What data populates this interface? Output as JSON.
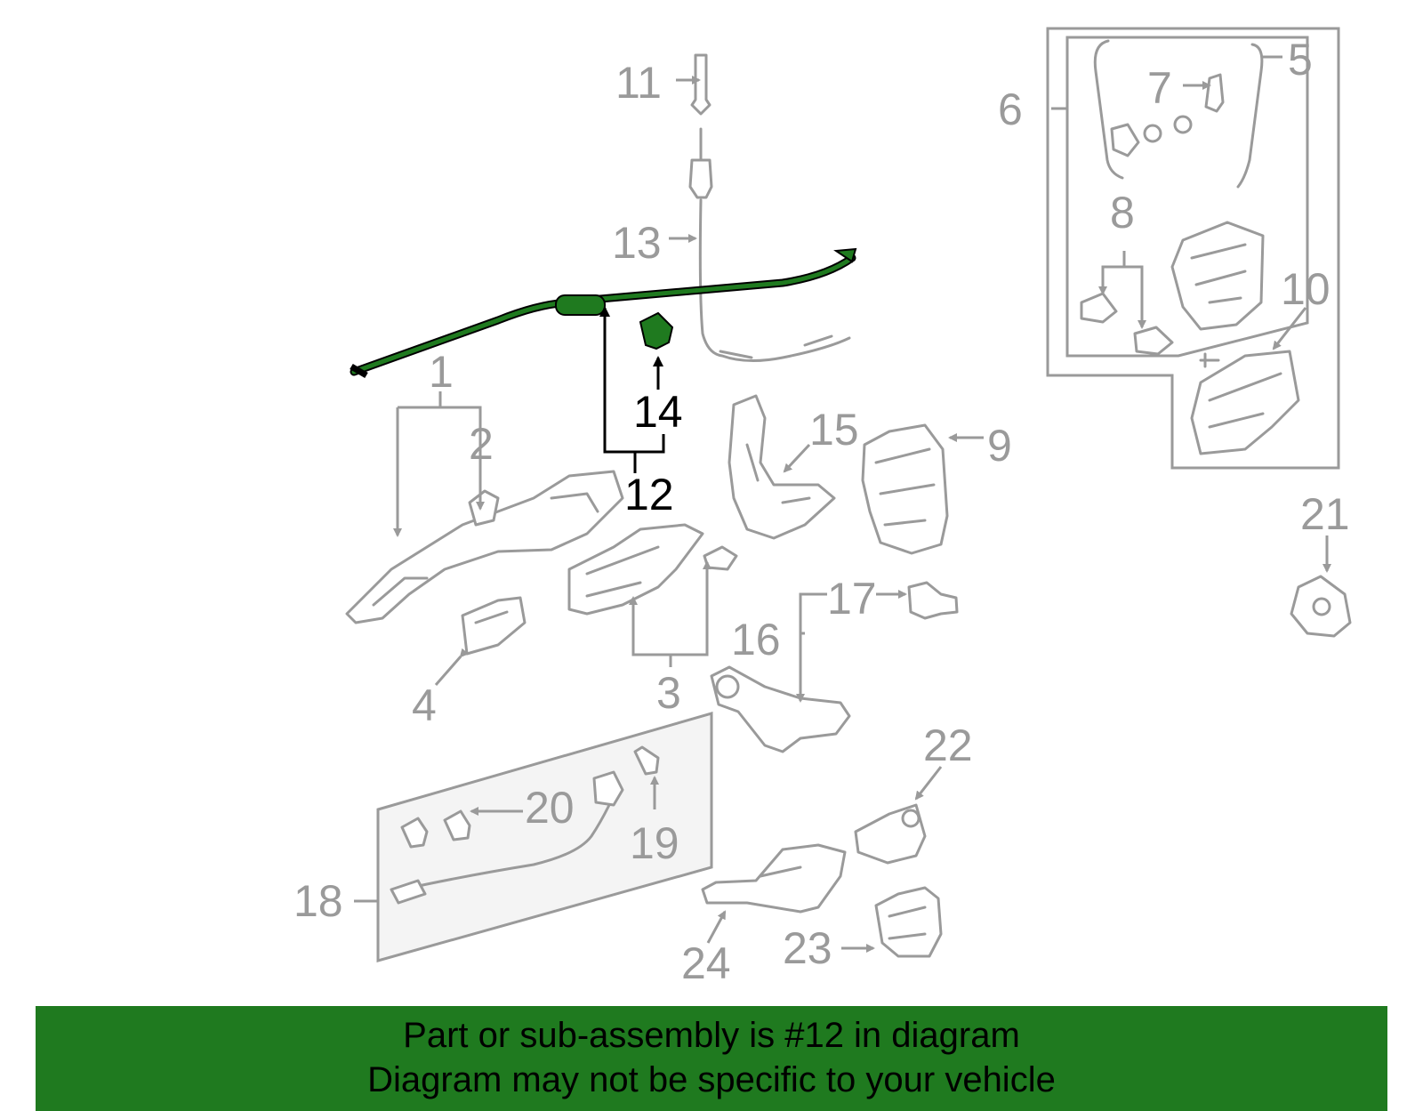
{
  "diagram": {
    "highlight_color": "#1f7a1f",
    "muted_color": "#9a9a9a",
    "highlighted_part": "12",
    "callouts": {
      "c1": "1",
      "c2": "2",
      "c3": "3",
      "c4": "4",
      "c5": "5",
      "c6": "6",
      "c7": "7",
      "c8": "8",
      "c9": "9",
      "c10": "10",
      "c11": "11",
      "c12": "12",
      "c13": "13",
      "c14": "14",
      "c15": "15",
      "c16": "16",
      "c17": "17",
      "c18": "18",
      "c19": "19",
      "c20": "20",
      "c21": "21",
      "c22": "22",
      "c23": "23",
      "c24": "24"
    }
  },
  "banner": {
    "background": "#1f7a1f",
    "line1": "Part or sub-assembly is #12 in diagram",
    "line2": "Diagram may not be specific to your vehicle"
  }
}
